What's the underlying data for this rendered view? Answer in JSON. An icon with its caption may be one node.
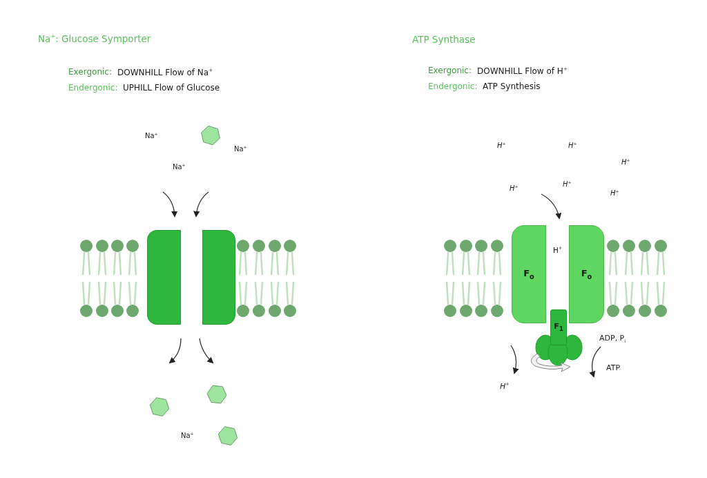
{
  "diagram": {
    "nodes": [
      {
        "text": [],
        "shape": "box"
      },
      {
        "text": [],
        "shape": "box"
      },
      {
        "text": [
          "F$_{o}$"
        ]
      },
      {
        "text": [
          "F$_{o}$"
        ]
      },
      {
        "text": [
          "F$_{1}$"
        ]
      }
    ],
    "labels": [
      "Na$^{+}$: Glucose Symporter",
      "ATP Synthase",
      "Exergonic:",
      "DOWNHILL Flow of Na$^{+}$",
      "Exergonic:",
      "DOWNHILL Flow of H$^{+}$",
      "Endergonic:",
      "UPHILL Flow of Glucose",
      "Endergonic:",
      "ATP Synthesis",
      "Na$^{+}$",
      "Na$^{+}$",
      "Na$^{+}$",
      "H$^{+}$",
      "H$^{+}$",
      "H$^{+}$",
      "H$^{+}$",
      "H$^{+}$",
      "H$^{+}$",
      "H$^{+}$",
      "ADP, P$_{i}$",
      "ATP",
      "H$^{+}$",
      "Na$^{+}$"
    ]
  }
}
